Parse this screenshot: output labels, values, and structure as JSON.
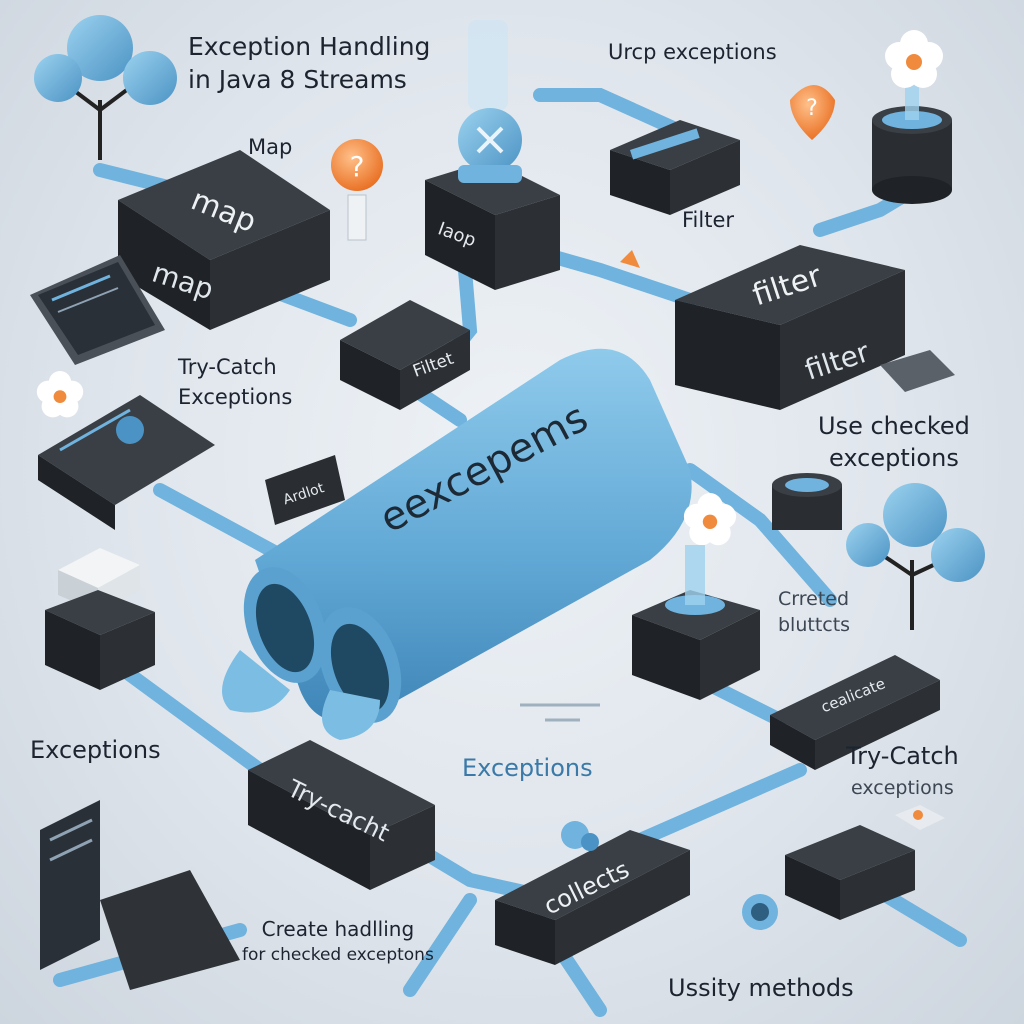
{
  "title_line1": "Exception Handling",
  "title_line2": "in Java 8 Streams",
  "labels": {
    "wrap_exceptions": "Urcp exceptions",
    "map": "Map",
    "filter_top": "Filter",
    "try_catch_left_1": "Try-Catch",
    "try_catch_left_2": "Exceptions",
    "use_checked_1": "Use checked",
    "use_checked_2": "exceptions",
    "created_1": "Crreted",
    "created_2": "bluttcts",
    "exceptions_left": "Exceptions",
    "exceptions_center": "Exceptions",
    "try_catch_right_1": "Try-Catch",
    "try_catch_right_2": "exceptions",
    "create_handling_1": "Create  hadlling",
    "create_handling_2": "for checked exceptons",
    "utility_methods": "Ussity methods"
  },
  "blocks": {
    "map_top": "map",
    "map_side": "map",
    "wrap": "Iaop",
    "filter_small": "Filtet",
    "filter_big_top": "filter",
    "filter_big_side": "filter",
    "tube": "eexcepems",
    "try_catch": "Try-cacht",
    "collects": "collects",
    "sign": "Ardlot",
    "right_block": "cealicate"
  },
  "colors": {
    "accent": "#6fb3de",
    "accent_dark": "#4b93c4",
    "block": "#2f3338",
    "block_dark": "#1f2226",
    "orange": "#f08a3c",
    "text": "#1d2430"
  },
  "icons": [
    "tree-icon",
    "question-bulb-icon",
    "flower-icon",
    "x-bottle-icon",
    "terminal-screen-icon"
  ]
}
